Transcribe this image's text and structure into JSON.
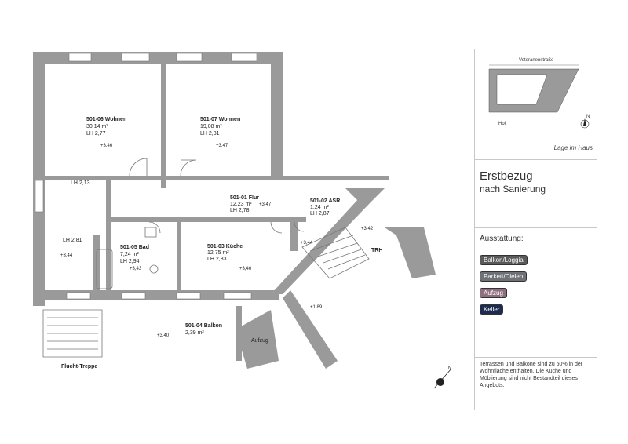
{
  "plan": {
    "rooms": [
      {
        "id": "r06",
        "name": "501-06 Wohnen",
        "area": "30,14 m²",
        "height": "LH 2,77",
        "level": "+3,46"
      },
      {
        "id": "r07",
        "name": "501-07 Wohnen",
        "area": "19,08 m²",
        "height": "LH 2,81",
        "level": "+3,47"
      },
      {
        "id": "r01",
        "name": "501-01 Flur",
        "area": "12,23 m²",
        "height": "LH 2,78",
        "level": "+3,47"
      },
      {
        "id": "r02",
        "name": "501-02 ASR",
        "area": "1,24 m²",
        "height": "LH 2,87",
        "level": "+3,44"
      },
      {
        "id": "r05",
        "name": "501-05 Bad",
        "area": "7,24 m²",
        "height": "LH 2,94",
        "level": "+3,43"
      },
      {
        "id": "r03",
        "name": "501-03 Küche",
        "area": "12,75 m²",
        "height": "LH 2,83",
        "level": "+3,46"
      },
      {
        "id": "r04",
        "name": "501-04 Balkon",
        "area": "2,39 m²",
        "level": "+3,40"
      }
    ],
    "lh_corridor": "LH 2,13",
    "left_room": {
      "height": "LH 2,81",
      "level": "+3,44"
    },
    "trh_label": "TRH",
    "trh_level": "+3,42",
    "stair_level": "+1,89",
    "aufzug_label": "Aufzug",
    "flucht_label": "Flucht-Treppe",
    "north_letter": "N"
  },
  "info": {
    "lage": {
      "street": "Veteranenstraße",
      "hof": "Hof",
      "north_letter": "N",
      "caption": "Lage im Haus"
    },
    "title_line1": "Erstbezug",
    "title_line2": "nach Sanierung",
    "features_heading": "Ausstattung:",
    "features": [
      {
        "label": "Balkon/Loggia",
        "color": "#5a5a5a"
      },
      {
        "label": "Parkett/Dielen",
        "color": "#6e7277"
      },
      {
        "label": "Aufzug",
        "color": "#8f6f7f"
      },
      {
        "label": "Keller",
        "color": "#1c2b4f"
      }
    ],
    "note": "Terrassen und Balkone sind zu 50% in der Wohnfläche enthalten. Die Küche und Möblierung sind nicht Bestandteil dieses Angebots."
  }
}
